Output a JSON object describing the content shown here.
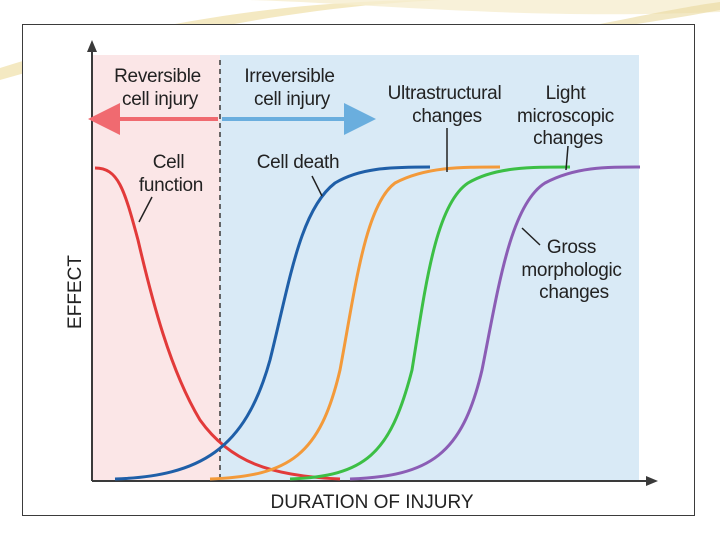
{
  "phases": {
    "reversible": {
      "line1": "Reversible",
      "line2": "cell injury",
      "color": "#f06a70",
      "bg": "#fbe6e7"
    },
    "irreversible": {
      "line1": "Irreversible",
      "line2": "cell injury",
      "color": "#6aaede",
      "bg": "#d9eaf6"
    }
  },
  "axes": {
    "x_title": "DURATION OF INJURY",
    "y_title": "EFFECT"
  },
  "curves": [
    {
      "id": "cell-function",
      "color": "#e23a3a",
      "lines": [
        "Cell",
        "function"
      ]
    },
    {
      "id": "cell-death",
      "color": "#1f5fa8",
      "lines": [
        "Cell death"
      ]
    },
    {
      "id": "ultrastructural",
      "color": "#f39a3a",
      "lines": [
        "Ultrastructural",
        "changes"
      ]
    },
    {
      "id": "light-microscopic",
      "color": "#3cbf45",
      "lines": [
        "Light",
        "microscopic",
        "changes"
      ]
    },
    {
      "id": "gross-morphologic",
      "color": "#8b5db5",
      "lines": [
        "Gross",
        "morphologic",
        "changes"
      ]
    }
  ],
  "decor": {
    "swoosh": "#f1e4b3",
    "frame": "#3b3b3b"
  }
}
